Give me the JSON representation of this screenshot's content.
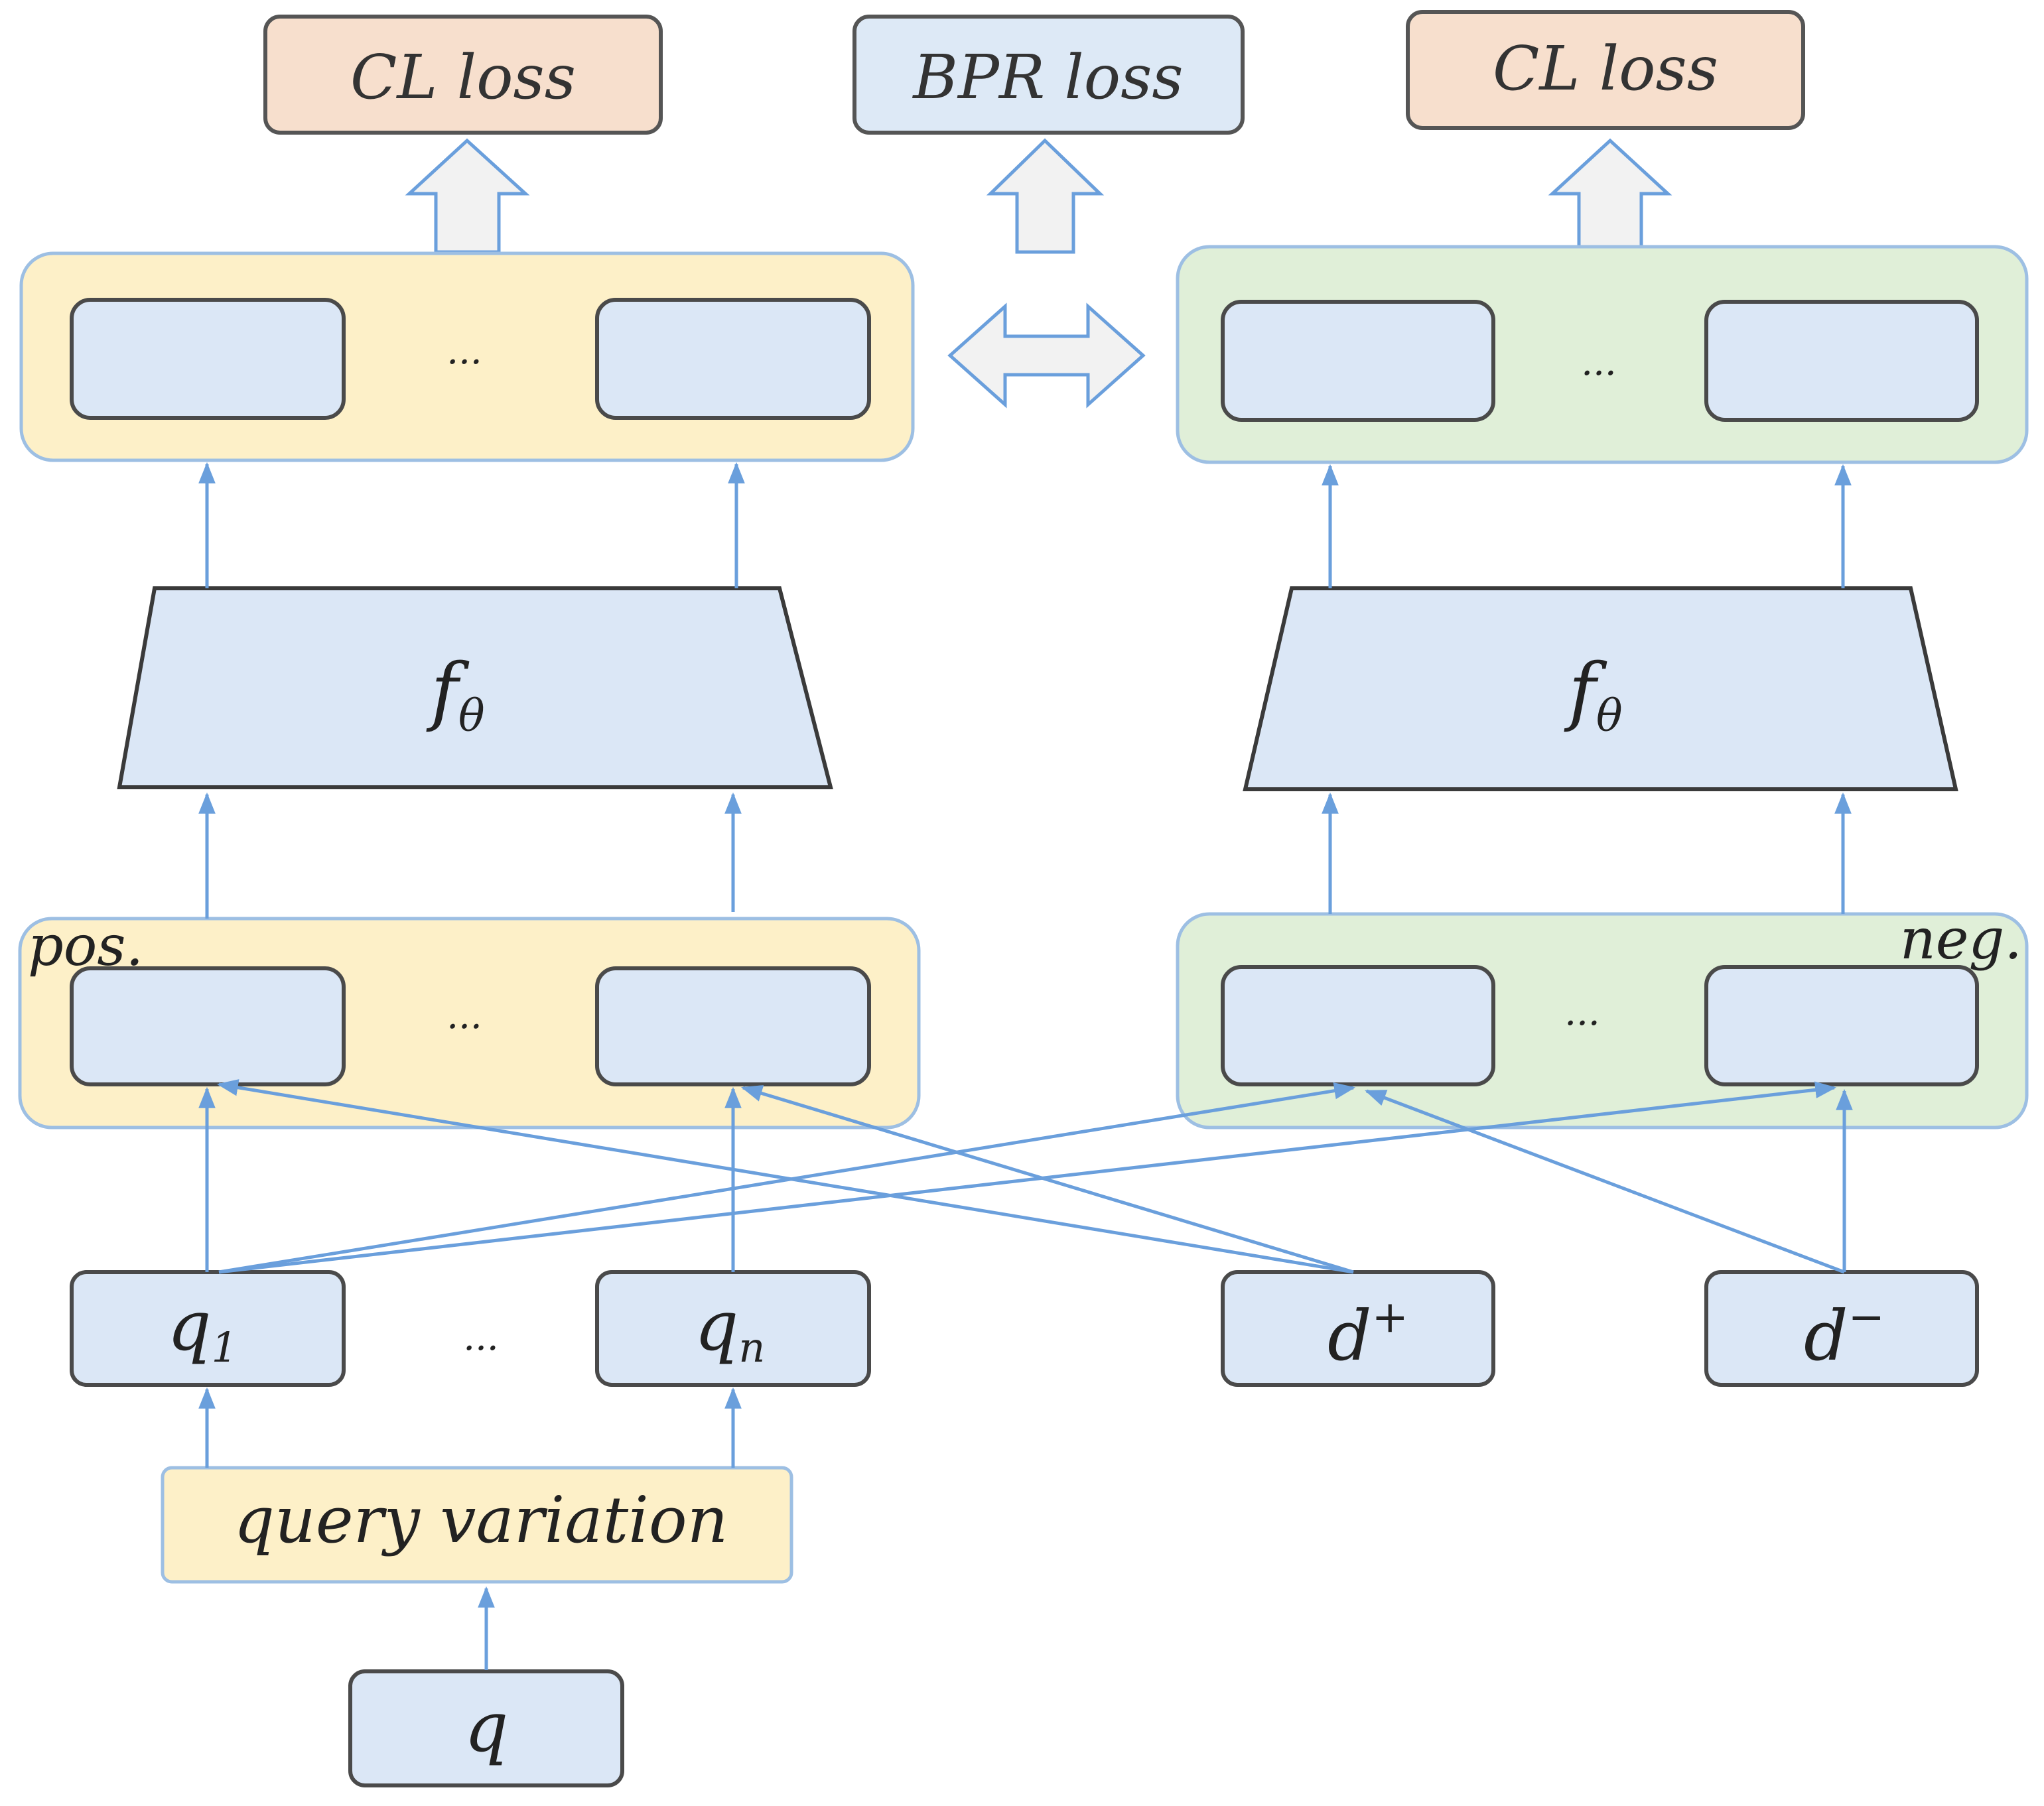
{
  "losses": {
    "cl_left": "CL loss",
    "bpr": "BPR loss",
    "cl_right": "CL loss"
  },
  "encoders": {
    "left": {
      "f": "f",
      "sub": "θ"
    },
    "right": {
      "f": "f",
      "sub": "θ"
    }
  },
  "groups": {
    "pos_label": "pos.",
    "neg_label": "neg.",
    "ellipsis": "..."
  },
  "inputs": {
    "q1": {
      "base": "q",
      "sub": "1"
    },
    "qn": {
      "base": "q",
      "sub": "n"
    },
    "ellipsis": "...",
    "d_plus": {
      "base": "d",
      "sup": "+"
    },
    "d_minus": {
      "base": "d",
      "sup": "−"
    }
  },
  "query_variation": "query variation",
  "query": "q",
  "colors": {
    "loss_cl": "#f7dfcd",
    "loss_bpr": "#dde9f6",
    "pos_group": "#fdf0c8",
    "neg_group": "#e0efd8",
    "cell": "#dbe7f6",
    "arrow": "#6a9fdc",
    "stroke": "#4a4a4a"
  }
}
